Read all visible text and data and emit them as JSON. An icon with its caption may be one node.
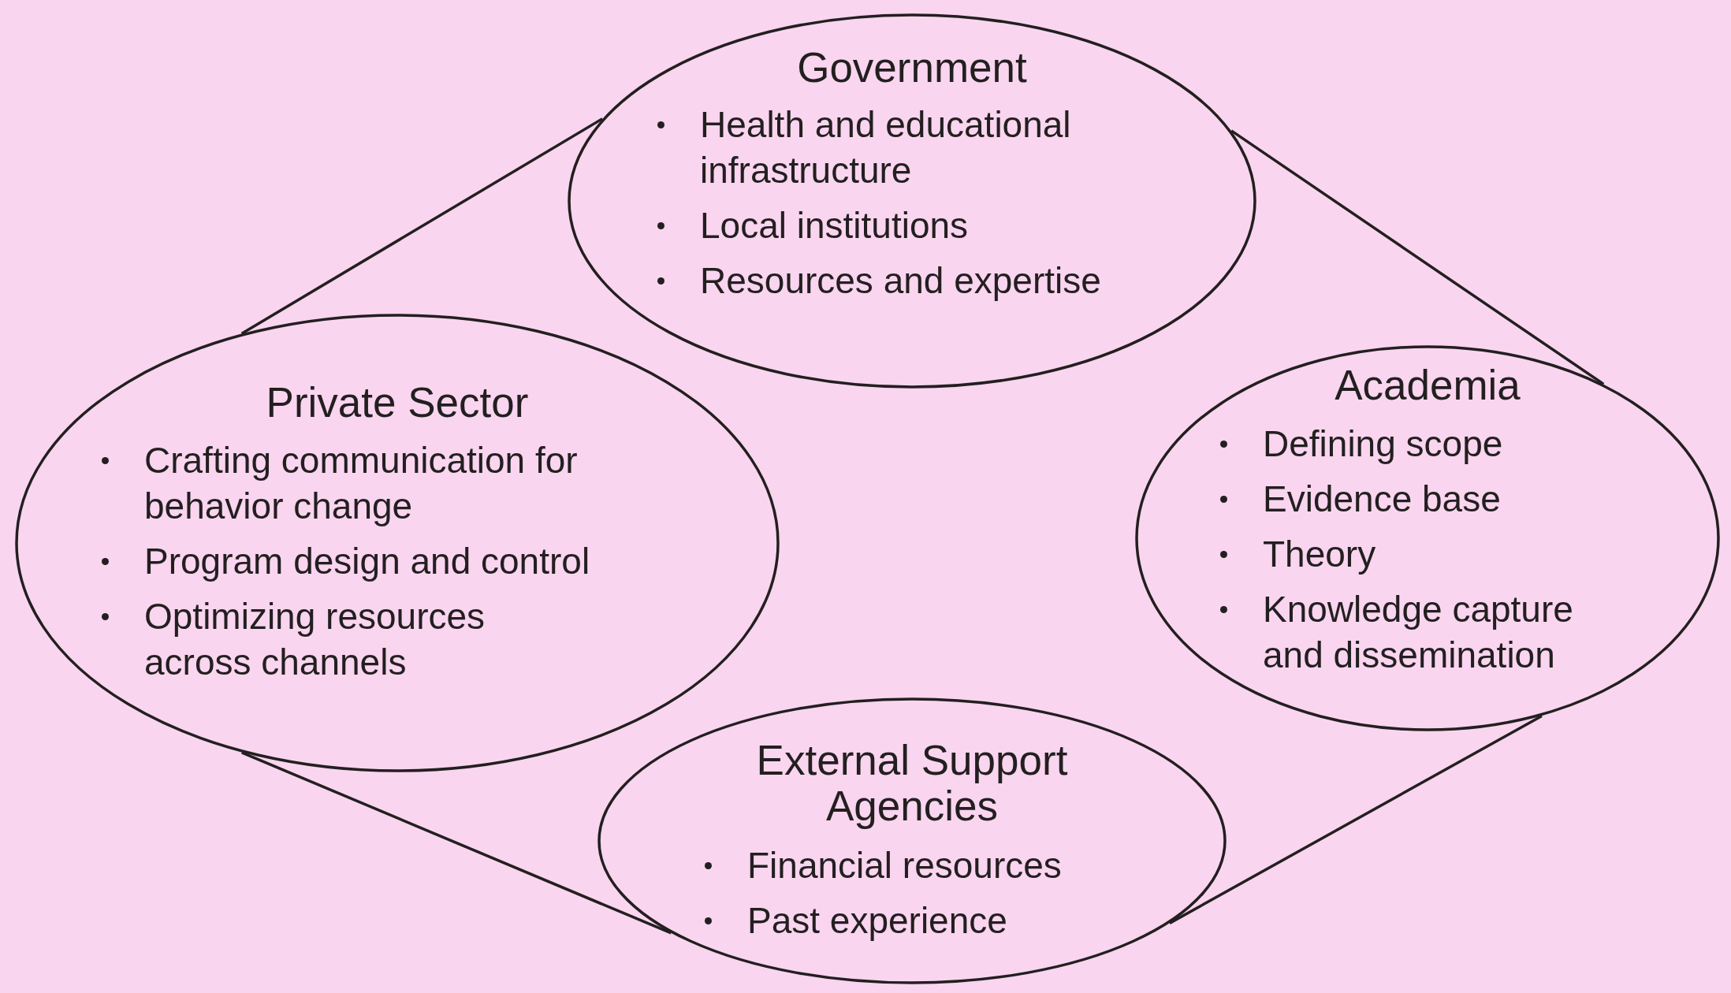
{
  "diagram": {
    "nodes": [
      {
        "text": [
          "Government",
          "Health and educational infrastructure",
          "Local institutions",
          "Resources and expertise"
        ]
      },
      {
        "text": [
          "Private Sector",
          "Crafting communication for behavior change",
          "Program design and control",
          "Optimizing resources across channels"
        ]
      },
      {
        "text": [
          "Academia",
          "Defining scope",
          "Evidence base",
          "Theory",
          "Knowledge capture and dissemination"
        ]
      },
      {
        "text": [
          "External Support Agencies",
          "Financial resources",
          "Past experience"
        ]
      }
    ],
    "edges": [
      {
        "from": 0,
        "to": 1,
        "arrow": "none"
      },
      {
        "from": 0,
        "to": 2,
        "arrow": "none"
      },
      {
        "from": 1,
        "to": 3,
        "arrow": "none"
      },
      {
        "from": 2,
        "to": 3,
        "arrow": "none"
      }
    ]
  }
}
